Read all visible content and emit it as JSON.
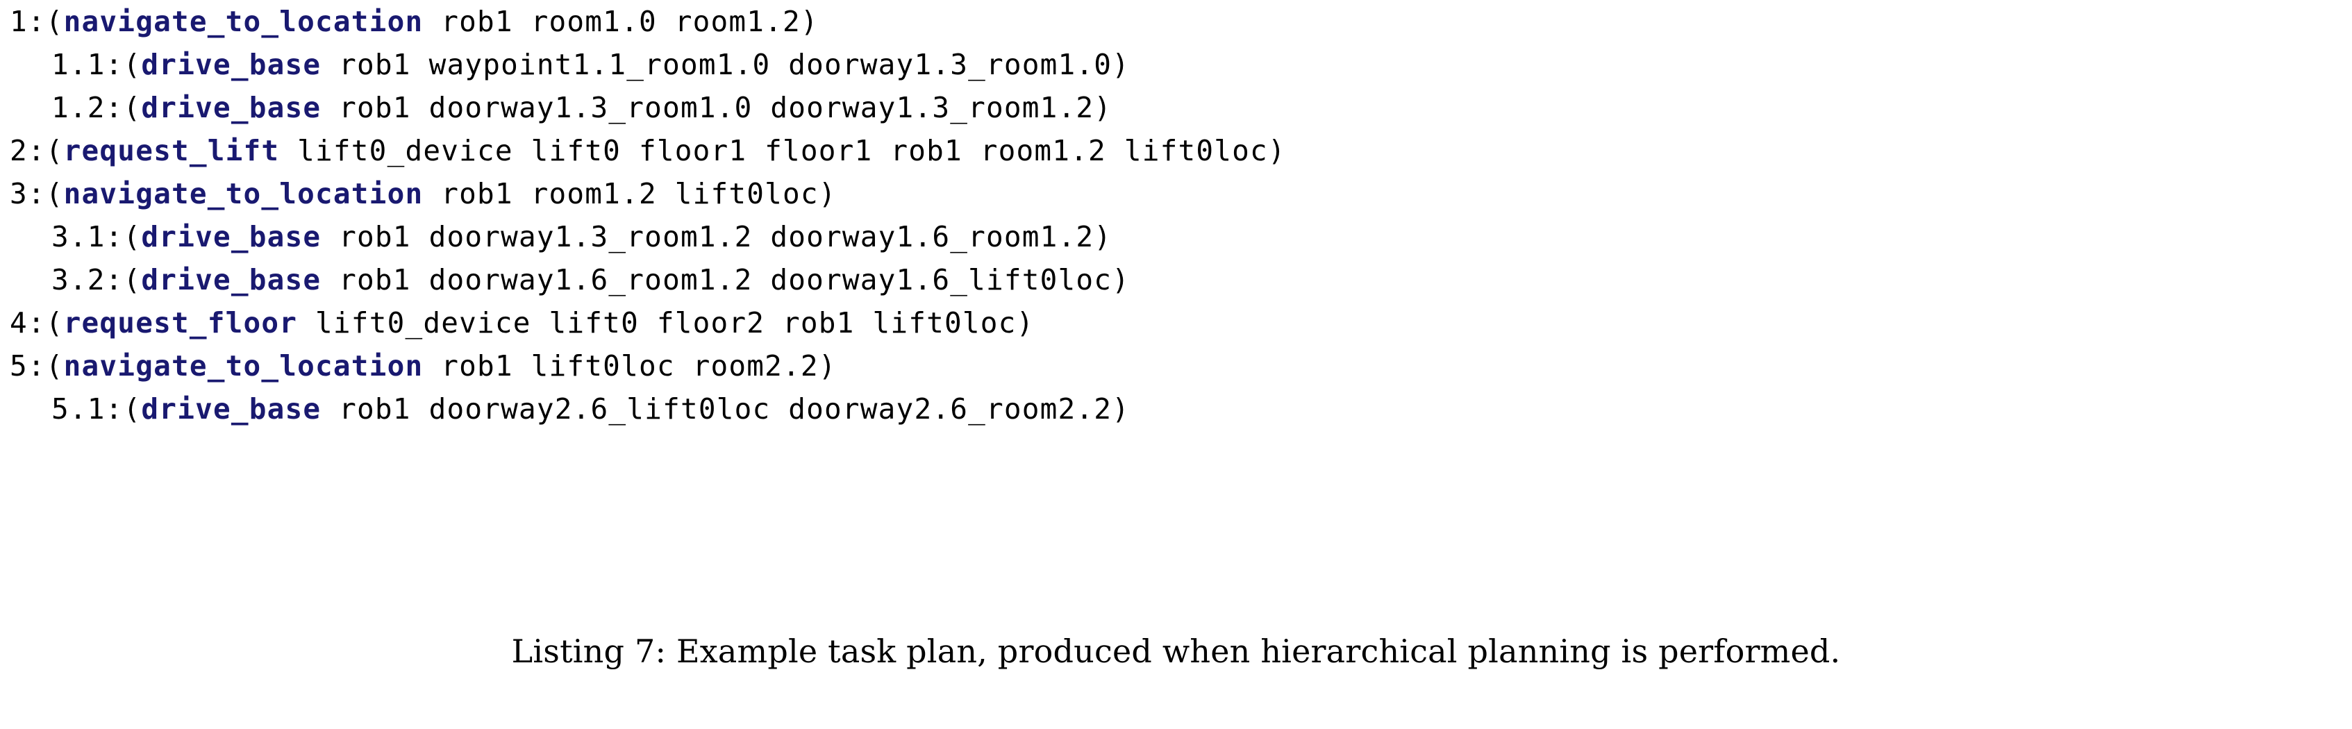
{
  "listing": {
    "label": "Listing 7",
    "caption": "Listing 7: Example task plan, produced when hierarchical planning is performed.",
    "keyword_color": "#191970",
    "text_color": "#000000",
    "background_color": "#ffffff",
    "lines": [
      {
        "index": "1",
        "indent": 0,
        "step": "1:(",
        "action": "navigate_to_location",
        "args": " rob1 room1.0 room1.2)",
        "full": "1:(navigate_to_location rob1 room1.0 room1.2)"
      },
      {
        "index": "1.1",
        "indent": 1,
        "step": "1.1:(",
        "action": "drive_base",
        "args": " rob1 waypoint1.1_room1.0 doorway1.3_room1.0)",
        "full": "1.1:(drive_base rob1 waypoint1.1_room1.0 doorway1.3_room1.0)"
      },
      {
        "index": "1.2",
        "indent": 1,
        "step": "1.2:(",
        "action": "drive_base",
        "args": " rob1 doorway1.3_room1.0 doorway1.3_room1.2)",
        "full": "1.2:(drive_base rob1 doorway1.3_room1.0 doorway1.3_room1.2)"
      },
      {
        "index": "2",
        "indent": 0,
        "step": "2:(",
        "action": "request_lift",
        "args": " lift0_device lift0 floor1 floor1 rob1 room1.2 lift0loc)",
        "full": "2:(request_lift lift0_device lift0 floor1 floor1 rob1 room1.2 lift0loc)"
      },
      {
        "index": "3",
        "indent": 0,
        "step": "3:(",
        "action": "navigate_to_location",
        "args": " rob1 room1.2 lift0loc)",
        "full": "3:(navigate_to_location rob1 room1.2 lift0loc)"
      },
      {
        "index": "3.1",
        "indent": 1,
        "step": "3.1:(",
        "action": "drive_base",
        "args": " rob1 doorway1.3_room1.2 doorway1.6_room1.2)",
        "full": "3.1:(drive_base rob1 doorway1.3_room1.2 doorway1.6_room1.2)"
      },
      {
        "index": "3.2",
        "indent": 1,
        "step": "3.2:(",
        "action": "drive_base",
        "args": " rob1 doorway1.6_room1.2 doorway1.6_lift0loc)",
        "full": "3.2:(drive_base rob1 doorway1.6_room1.2 doorway1.6_lift0loc)"
      },
      {
        "index": "4",
        "indent": 0,
        "step": "4:(",
        "action": "request_floor",
        "args": " lift0_device lift0 floor2 rob1 lift0loc)",
        "full": "4:(request_floor lift0_device lift0 floor2 rob1 lift0loc)"
      },
      {
        "index": "5",
        "indent": 0,
        "step": "5:(",
        "action": "navigate_to_location",
        "args": " rob1 lift0loc room2.2)",
        "full": "5:(navigate_to_location rob1 lift0loc room2.2)"
      },
      {
        "index": "5.1",
        "indent": 1,
        "step": "5.1:(",
        "action": "drive_base",
        "args": " rob1 doorway2.6_lift0loc doorway2.6_room2.2)",
        "full": "5.1:(drive_base rob1 doorway2.6_lift0loc doorway2.6_room2.2)"
      }
    ]
  }
}
